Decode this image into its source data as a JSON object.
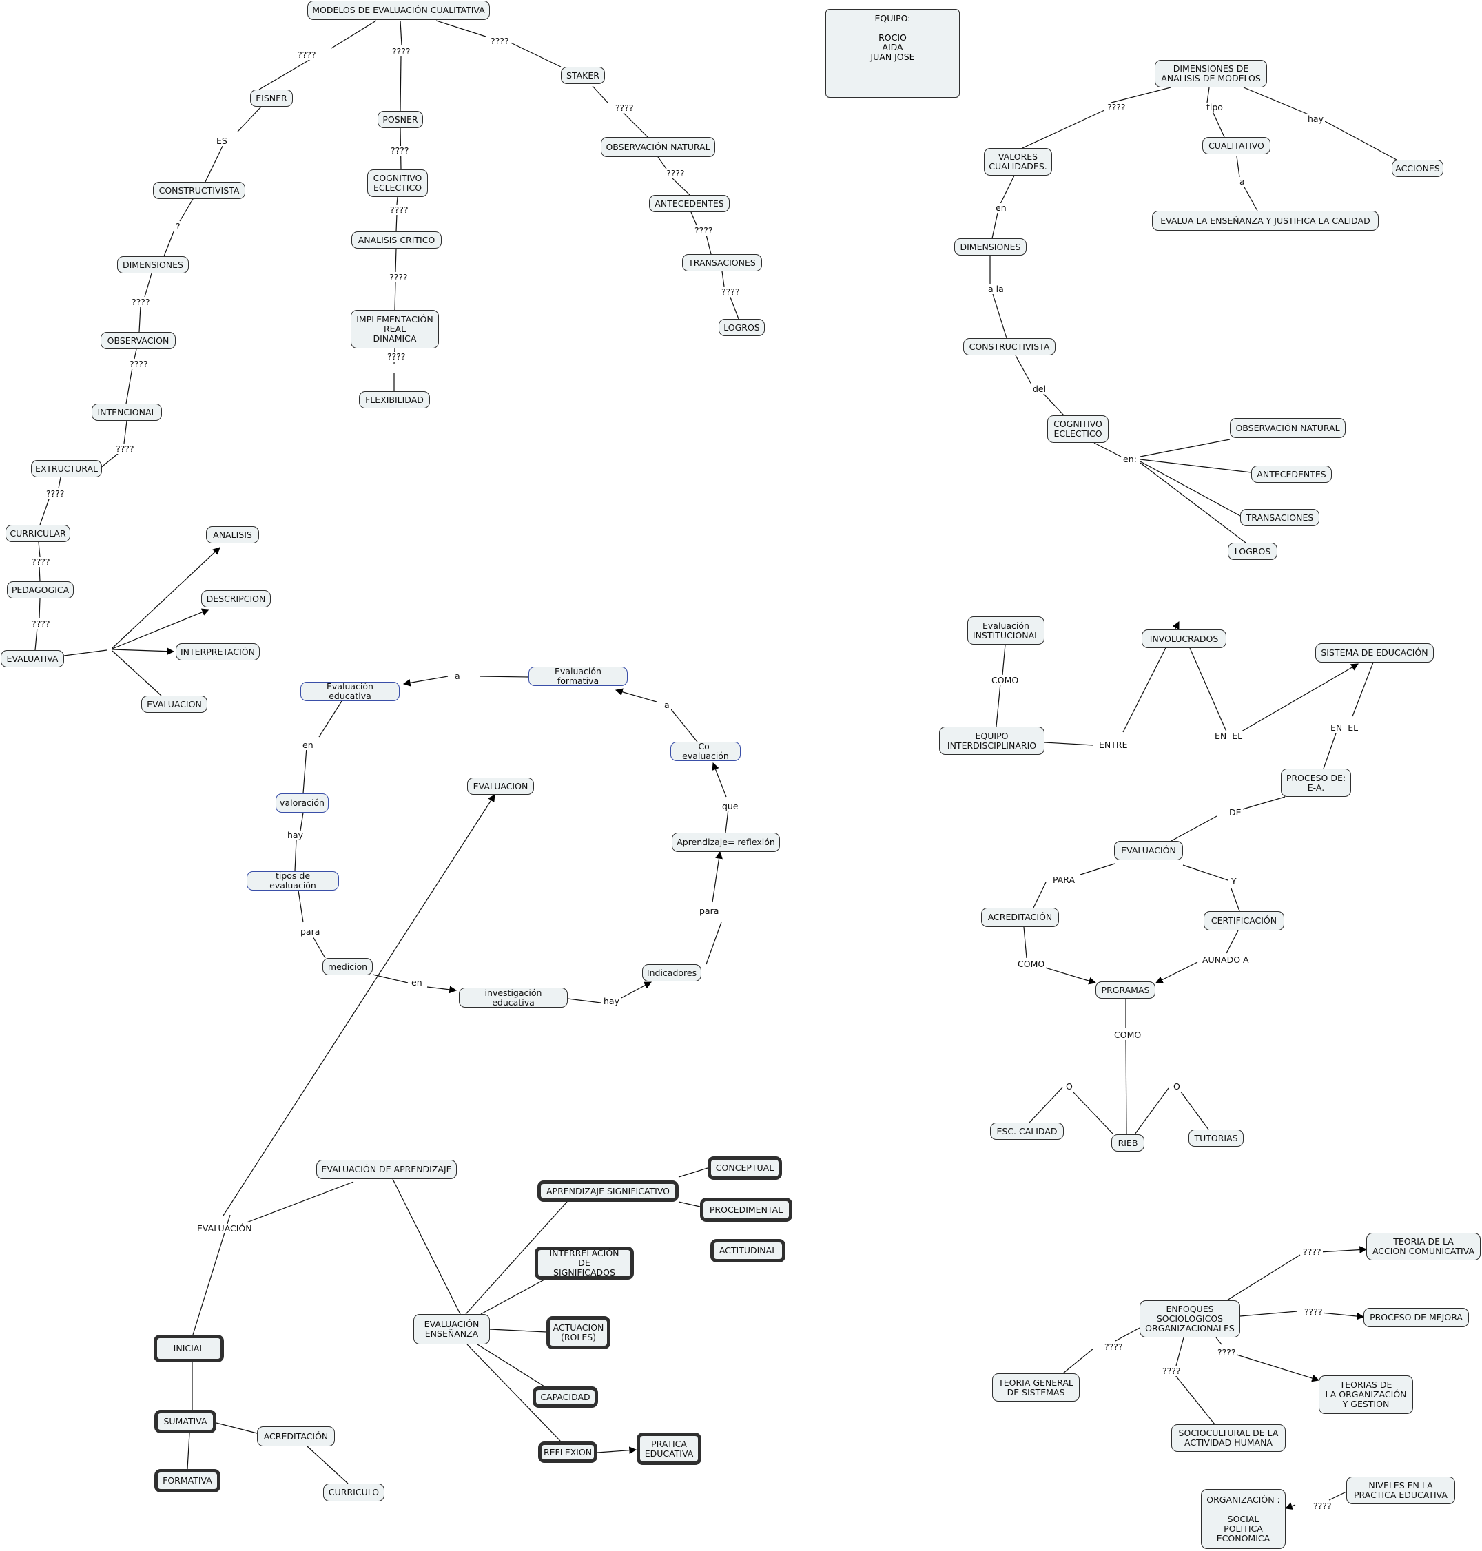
{
  "team_box": {
    "text": "EQUIPO:\n\nROCIO\nAIDA\nJUAN JOSE"
  },
  "nodes": [
    {
      "key": "modelos",
      "text": "MODELOS DE EVALUACIÓN CUALITATIVA"
    },
    {
      "key": "eisner",
      "text": "EISNER"
    },
    {
      "key": "posner",
      "text": "POSNER"
    },
    {
      "key": "staker",
      "text": "STAKER"
    },
    {
      "key": "constructivista1",
      "text": "CONSTRUCTIVISTA"
    },
    {
      "key": "dimensiones1",
      "text": "DIMENSIONES"
    },
    {
      "key": "observacion",
      "text": "OBSERVACION"
    },
    {
      "key": "intencional",
      "text": "INTENCIONAL"
    },
    {
      "key": "extructural",
      "text": "EXTRUCTURAL"
    },
    {
      "key": "curricular",
      "text": "CURRICULAR"
    },
    {
      "key": "pedagogica",
      "text": "PEDAGOGICA"
    },
    {
      "key": "evaluativa",
      "text": "EVALUATIVA"
    },
    {
      "key": "analisis",
      "text": "ANALISIS"
    },
    {
      "key": "descripcion",
      "text": "DESCRIPCION"
    },
    {
      "key": "interpretacion",
      "text": "INTERPRETACIÓN"
    },
    {
      "key": "evaluacion1",
      "text": "EVALUACION"
    },
    {
      "key": "cognitivo1",
      "text": "COGNITIVO\nECLECTICO"
    },
    {
      "key": "analisis_critico",
      "text": "ANALISIS CRITICO"
    },
    {
      "key": "implementacion",
      "text": "IMPLEMENTACIÓN\nREAL\nDINAMICA"
    },
    {
      "key": "flexibilidad",
      "text": "FLEXIBILIDAD"
    },
    {
      "key": "obs_natural1",
      "text": "OBSERVACIÓN NATURAL"
    },
    {
      "key": "antecedentes1",
      "text": "ANTECEDENTES"
    },
    {
      "key": "transacciones1",
      "text": "TRANSACIONES"
    },
    {
      "key": "logros1",
      "text": "LOGROS"
    },
    {
      "key": "dim_analisis",
      "text": "DIMENSIONES DE\nANALISIS DE MODELOS"
    },
    {
      "key": "valores",
      "text": "VALORES\nCUALIDADES."
    },
    {
      "key": "cualitativo",
      "text": "CUALITATIVO"
    },
    {
      "key": "acciones",
      "text": "ACCIONES"
    },
    {
      "key": "evalua",
      "text": "EVALUA LA ENSEÑANZA  Y JUSTIFICA LA  CALIDAD"
    },
    {
      "key": "dimensiones2",
      "text": "DIMENSIONES"
    },
    {
      "key": "constructivista2",
      "text": "CONSTRUCTIVISTA"
    },
    {
      "key": "cognitivo2",
      "text": "COGNITIVO\nECLECTICO"
    },
    {
      "key": "obs_natural2",
      "text": "OBSERVACIÓN NATURAL"
    },
    {
      "key": "antecedentes2",
      "text": "ANTECEDENTES"
    },
    {
      "key": "transacciones2",
      "text": "TRANSACIONES"
    },
    {
      "key": "logros2",
      "text": "LOGROS"
    },
    {
      "key": "eval_educativa",
      "text": "Evaluación educativa"
    },
    {
      "key": "eval_formativa",
      "text": "Evaluación formativa"
    },
    {
      "key": "coevaluacion",
      "text": "Co-evaluación"
    },
    {
      "key": "valoracion",
      "text": "valoración"
    },
    {
      "key": "evaluacion2",
      "text": "EVALUACION"
    },
    {
      "key": "aprendizaje_reflexion",
      "text": "Aprendizaje= reflexión"
    },
    {
      "key": "tipos_eval",
      "text": "tipos de evaluación"
    },
    {
      "key": "medicion",
      "text": "medicion"
    },
    {
      "key": "indicadores",
      "text": "Indicadores"
    },
    {
      "key": "investigacion",
      "text": "investigación educativa"
    },
    {
      "key": "eval_institucional",
      "text": "Evaluación\nINSTITUCIONAL"
    },
    {
      "key": "involucrados",
      "text": "INVOLUCRADOS"
    },
    {
      "key": "sistema_educacion",
      "text": "SISTEMA DE EDUCACIÓN"
    },
    {
      "key": "equipo_inter",
      "text": "EQUIPO\nINTERDISCIPLINARIO"
    },
    {
      "key": "proceso_ea",
      "text": "PROCESO DE:\nE-A."
    },
    {
      "key": "evaluacion3",
      "text": "EVALUACIÓN"
    },
    {
      "key": "acreditacion1",
      "text": "ACREDITACIÓN"
    },
    {
      "key": "certificacion",
      "text": "CERTIFICACIÓN"
    },
    {
      "key": "prgramas",
      "text": "PRGRAMAS"
    },
    {
      "key": "esc_calidad",
      "text": "ESC. CALIDAD"
    },
    {
      "key": "rieb",
      "text": "RIEB"
    },
    {
      "key": "tutorias",
      "text": "TUTORIAS"
    },
    {
      "key": "eval_aprendizaje",
      "text": "EVALUACIÓN DE APRENDIZAJE"
    },
    {
      "key": "aprendizaje_sig",
      "text": "APRENDIZAJE SIGNIFICATIVO"
    },
    {
      "key": "conceptual",
      "text": "CONCEPTUAL"
    },
    {
      "key": "procedimental",
      "text": "PROCEDIMENTAL"
    },
    {
      "key": "actitudinal",
      "text": "ACTITUDINAL"
    },
    {
      "key": "interrelacion",
      "text": "INTERRELACIÓN DE\nSIGNIFICADOS"
    },
    {
      "key": "eval_ensenanza",
      "text": "EVALUACIÓN\nENSEÑANZA"
    },
    {
      "key": "actuacion",
      "text": "ACTUACION\n(ROLES)"
    },
    {
      "key": "capacidad",
      "text": "CAPACIDAD"
    },
    {
      "key": "reflexion",
      "text": "REFLEXION"
    },
    {
      "key": "pratica",
      "text": "PRATICA\nEDUCATIVA"
    },
    {
      "key": "inicial",
      "text": "INICIAL"
    },
    {
      "key": "sumativa",
      "text": "SUMATIVA"
    },
    {
      "key": "formativa",
      "text": "FORMATIVA"
    },
    {
      "key": "acreditacion2",
      "text": "ACREDITACIÓN"
    },
    {
      "key": "curriculo",
      "text": "CURRICULO"
    },
    {
      "key": "teoria_accion",
      "text": "TEORIA DE LA\nACCION COMUNICATIVA"
    },
    {
      "key": "enfoques",
      "text": "ENFOQUES\nSOCIOLOGICOS\nORGANIZACIONALES"
    },
    {
      "key": "proceso_mejora",
      "text": "PROCESO DE MEJORA"
    },
    {
      "key": "teoria_sistemas",
      "text": "TEORIA GENERAL\nDE SISTEMAS"
    },
    {
      "key": "teorias_org",
      "text": "TEORIAS DE\nLA ORGANIZACIÓN\nY GESTION"
    },
    {
      "key": "sociocultural",
      "text": "SOCIOCULTURAL DE LA\nACTIVIDAD HUMANA"
    },
    {
      "key": "niveles",
      "text": "NIVELES EN LA\nPRACTICA  EDUCATIVA"
    },
    {
      "key": "organizacion",
      "text": "ORGANIZACIÓN :\n\nSOCIAL\nPOLITICA\nECONOMICA"
    }
  ],
  "labels": [
    {
      "key": "l_q1",
      "text": "????"
    },
    {
      "key": "l_q2",
      "text": "????"
    },
    {
      "key": "l_q3",
      "text": "????"
    },
    {
      "key": "l_es",
      "text": "ES"
    },
    {
      "key": "l_q_single",
      "text": "?"
    },
    {
      "key": "l_q4",
      "text": "????"
    },
    {
      "key": "l_q5",
      "text": "????"
    },
    {
      "key": "l_q6",
      "text": "????"
    },
    {
      "key": "l_q7",
      "text": "????"
    },
    {
      "key": "l_q8",
      "text": "????"
    },
    {
      "key": "l_q9",
      "text": "????"
    },
    {
      "key": "l_q10",
      "text": "????"
    },
    {
      "key": "l_q11",
      "text": "????"
    },
    {
      "key": "l_q12",
      "text": "????"
    },
    {
      "key": "l_q13",
      "text": "????"
    },
    {
      "key": "l_q14",
      "text": "????"
    },
    {
      "key": "l_q15",
      "text": "????"
    },
    {
      "key": "l_q16",
      "text": "????"
    },
    {
      "key": "l_q17",
      "text": "????"
    },
    {
      "key": "l_q18",
      "text": "????"
    },
    {
      "key": "l_q19",
      "text": "????"
    },
    {
      "key": "l_tipo",
      "text": "tipo"
    },
    {
      "key": "l_hay1",
      "text": "hay"
    },
    {
      "key": "l_a1",
      "text": "a"
    },
    {
      "key": "l_en1",
      "text": "en"
    },
    {
      "key": "l_ala",
      "text": "a la"
    },
    {
      "key": "l_del",
      "text": "del"
    },
    {
      "key": "l_en2",
      "text": "en:"
    },
    {
      "key": "l_a2",
      "text": "a"
    },
    {
      "key": "l_a3",
      "text": "a"
    },
    {
      "key": "l_en3",
      "text": "en"
    },
    {
      "key": "l_hay2",
      "text": "hay"
    },
    {
      "key": "l_que",
      "text": "que"
    },
    {
      "key": "l_para1",
      "text": "para"
    },
    {
      "key": "l_para2",
      "text": "para"
    },
    {
      "key": "l_en4",
      "text": "en"
    },
    {
      "key": "l_hay3",
      "text": "hay"
    },
    {
      "key": "l_como1",
      "text": "COMO"
    },
    {
      "key": "l_entre",
      "text": "ENTRE"
    },
    {
      "key": "l_enel1",
      "text": "EN  EL"
    },
    {
      "key": "l_enel2",
      "text": "EN  EL"
    },
    {
      "key": "l_de",
      "text": "DE"
    },
    {
      "key": "l_para3",
      "text": "PARA"
    },
    {
      "key": "l_y",
      "text": "Y"
    },
    {
      "key": "l_como2",
      "text": "COMO"
    },
    {
      "key": "l_aunado",
      "text": "AUNADO A"
    },
    {
      "key": "l_como3",
      "text": "COMO"
    },
    {
      "key": "l_o1",
      "text": "O"
    },
    {
      "key": "l_o2",
      "text": "O"
    },
    {
      "key": "l_evaluacion",
      "text": "EVALUACIÓN"
    },
    {
      "key": "l_q20",
      "text": "????"
    },
    {
      "key": "l_q21",
      "text": "????"
    },
    {
      "key": "l_q22",
      "text": "????"
    },
    {
      "key": "l_q23",
      "text": "????"
    },
    {
      "key": "l_q24",
      "text": "????"
    },
    {
      "key": "l_q25",
      "text": "????"
    }
  ]
}
